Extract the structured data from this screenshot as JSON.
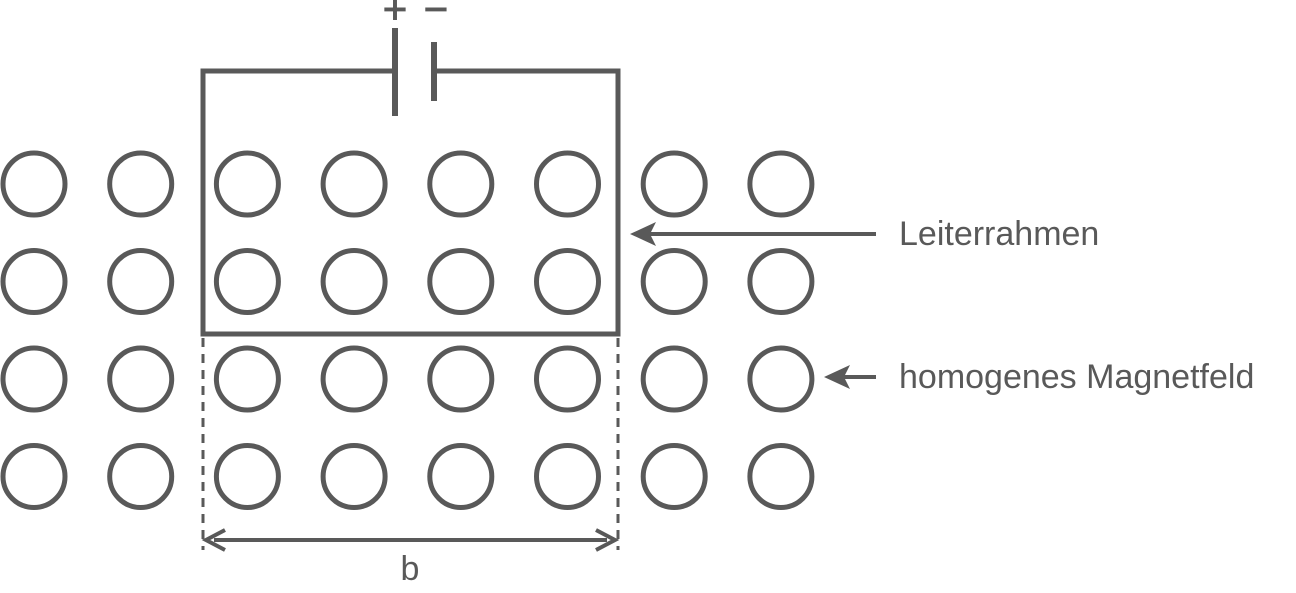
{
  "labels": {
    "plus": "+",
    "minus": "−",
    "frame": "Leiterrahmen",
    "field": "homogenes Magnetfeld",
    "width": "b"
  },
  "field": {
    "rows": 4,
    "columns": 8,
    "symbol": "circle-field-icon"
  },
  "colors": {
    "line": "#595959",
    "background": "#ffffff"
  }
}
